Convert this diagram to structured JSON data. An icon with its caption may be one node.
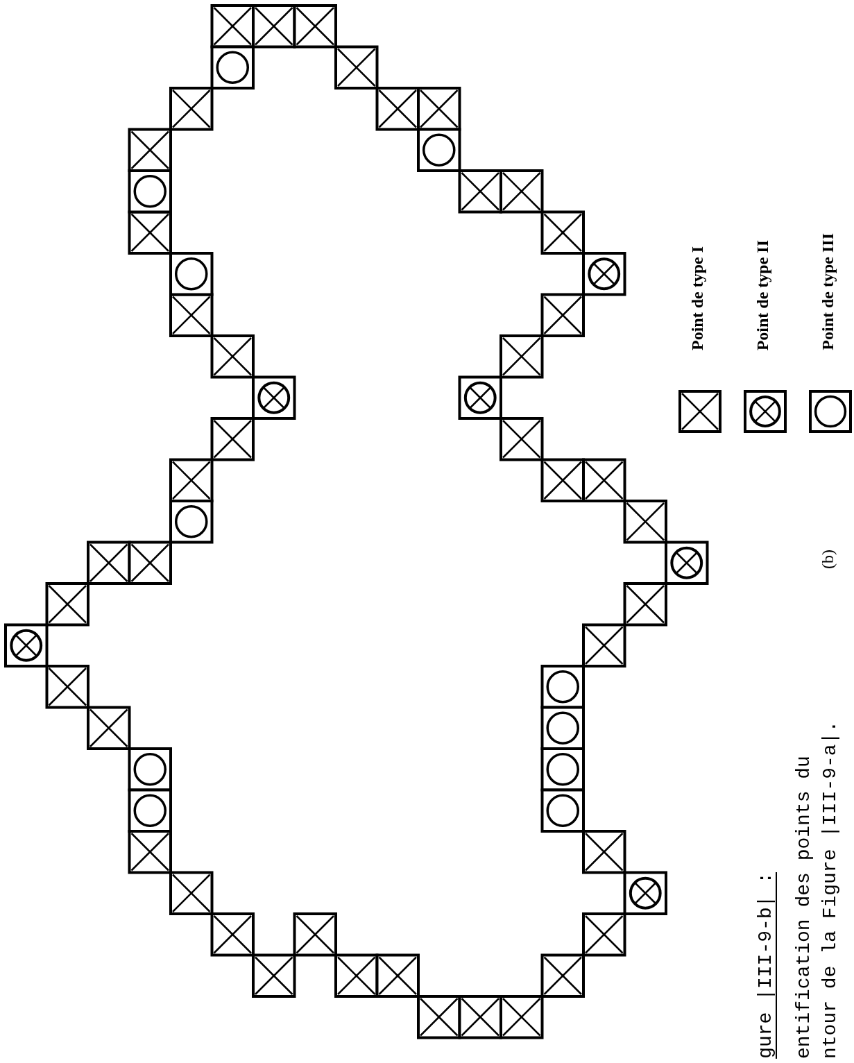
{
  "diagram": {
    "title": "gure |III-9-b| :",
    "caption": "entification des points du ntour de la Figure |III-9-a|.",
    "labels": [
      "(b)"
    ],
    "legend": [
      {
        "text": "Point de type I"
      },
      {
        "text": "Point de type II"
      },
      {
        "text": "Point de type III"
      }
    ]
  }
}
